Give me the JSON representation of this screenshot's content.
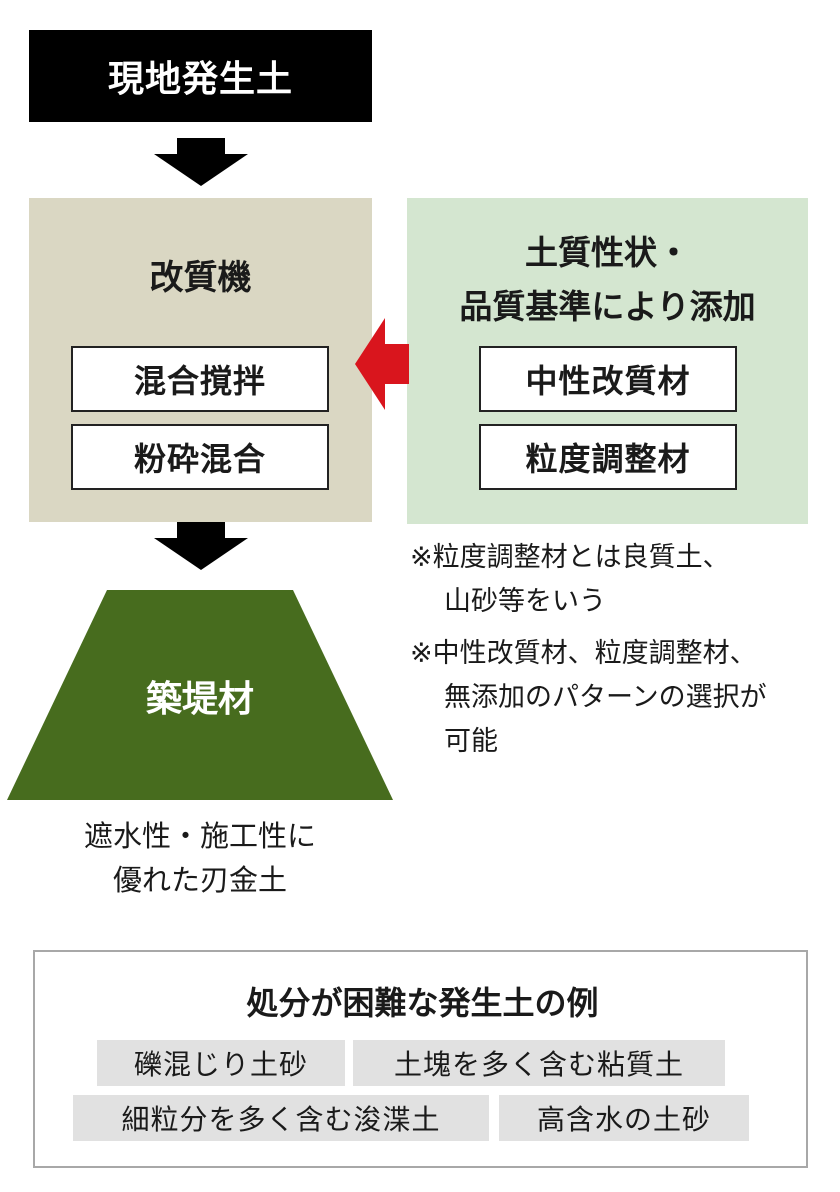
{
  "source": {
    "label": "現地発生土"
  },
  "machine": {
    "title": "改質機",
    "operations": [
      "混合撹拌",
      "粉砕混合"
    ]
  },
  "additive": {
    "title_line1": "土質性状・",
    "title_line2": "品質基準により添加",
    "materials": [
      "中性改質材",
      "粒度調整材"
    ]
  },
  "notes": {
    "note1_line1": "※粒度調整材とは良質土、",
    "note1_line2": "山砂等をいう",
    "note2_line1": "※中性改質材、粒度調整材、",
    "note2_line2": "無添加のパターンの選択が",
    "note2_line3": "可能"
  },
  "product": {
    "label": "築堤材",
    "desc_line1": "遮水性・施工性に",
    "desc_line2": "優れた刃金土"
  },
  "examples": {
    "title": "処分が困難な発生土の例",
    "row1": [
      "礫混じり土砂",
      "土塊を多く含む粘質土"
    ],
    "row2": [
      "細粒分を多く含む浚渫土",
      "高含水の土砂"
    ]
  },
  "colors": {
    "source_bg": "#000000",
    "machine_bg": "#dad7c3",
    "additive_bg": "#d4e6d0",
    "arrow_red": "#d9151d",
    "product_green": "#476c1e",
    "chip_bg": "#e1e1e1"
  }
}
